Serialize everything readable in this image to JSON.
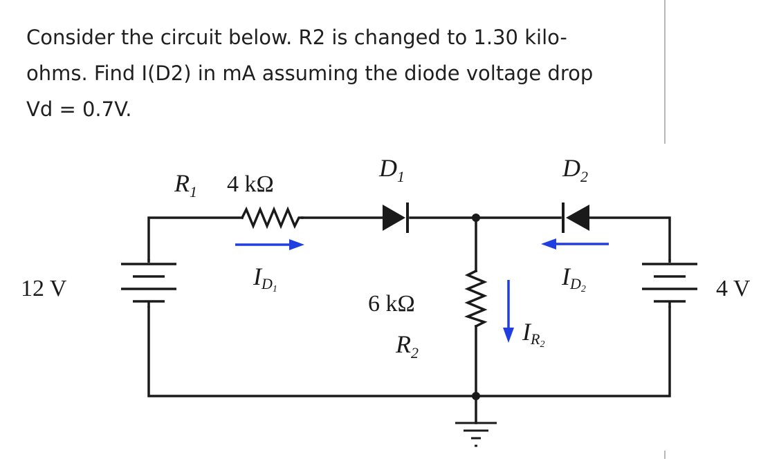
{
  "question": {
    "line1": "Consider the circuit below.  R2 is changed to 1.30 kilo-",
    "line2": "ohms.  Find I(D2) in mA assuming the diode voltage drop",
    "line3": "Vd = 0.7V."
  },
  "circuit": {
    "source_left": "12 V",
    "source_right": "4 V",
    "r1_name": "R",
    "r1_sub": "1",
    "r1_value": "4 kΩ",
    "d1_name": "D",
    "d1_sub": "1",
    "d2_name": "D",
    "d2_sub": "2",
    "r2_value": "6 kΩ",
    "r2_name": "R",
    "r2_sub": "2",
    "id1_name": "I",
    "id1_sub": "D",
    "id1_subsub": "1",
    "id2_name": "I",
    "id2_sub": "D",
    "id2_subsub": "2",
    "ir2_name": "I",
    "ir2_sub": "R",
    "ir2_subsub": "2"
  },
  "colors": {
    "arrow": "#1f3fe0",
    "wire": "#1a1a1a",
    "text": "#1f1f1f"
  }
}
